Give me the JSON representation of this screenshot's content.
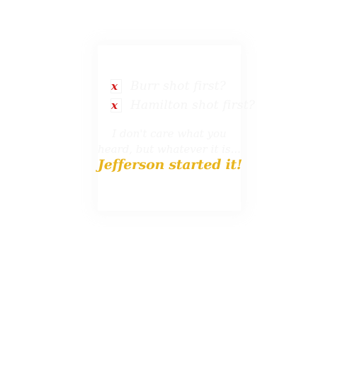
{
  "design": {
    "checklist": [
      {
        "mark": "x",
        "label": "Burr shot first?"
      },
      {
        "mark": "x",
        "label": "Hamilton shot first?"
      }
    ],
    "caption_line_1": "I don't care what you",
    "caption_line_2": "heard, but whatever it is...",
    "punchline": "Jefferson started it!"
  },
  "colors": {
    "background": "#ffffff",
    "faint_text": "#f5f5f5",
    "x_mark": "#d41a1a",
    "punchline": "#e8b41d"
  }
}
